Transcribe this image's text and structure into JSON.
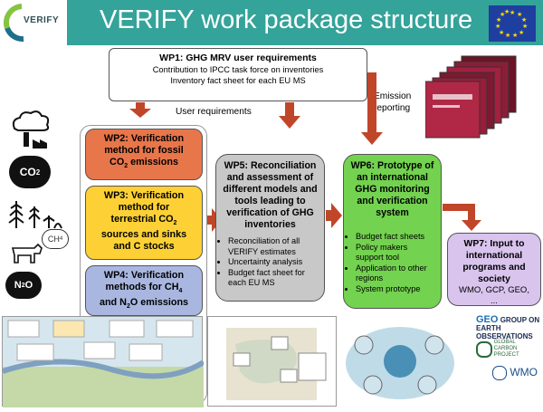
{
  "header": {
    "logo_text": "VERIFY",
    "title": "VERIFY work package structure"
  },
  "wp1": {
    "title": "WP1: GHG MRV user requirements",
    "line1": "Contribution to IPCC task force on inventories",
    "line2": "Inventory fact sheet for each EU MS"
  },
  "labels": {
    "user_requirements": "User requirements",
    "emission_reporting_1": "Emission",
    "emission_reporting_2": "reporting"
  },
  "wp2": {
    "line1": "WP2: Verification",
    "line2": "method for fossil",
    "line3_pre": "CO",
    "line3_sub": "2",
    "line3_post": " emissions"
  },
  "wp3": {
    "line1": "WP3: Verification",
    "line2": "method for",
    "line3_pre": "terrestrial CO",
    "line3_sub": "2",
    "line4": "sources and sinks",
    "line5": "and C stocks"
  },
  "wp4": {
    "line1": "WP4: Verification",
    "line2_pre": "methods for CH",
    "line2_sub": "4",
    "line3_pre": "and N",
    "line3_sub": "2",
    "line3_post": "O emissions"
  },
  "wp5": {
    "title": "WP5: Reconciliation and assessment of different models and tools leading to verification of GHG inventories",
    "bullets": [
      "Reconciliation of all VERIFY estimates",
      "Uncertainty analysis",
      "Budget fact sheet for each EU MS"
    ]
  },
  "wp6": {
    "title": "WP6: Prototype of an international GHG monitoring and verification system",
    "bullets": [
      "Budget fact sheets",
      "Policy makers support tool",
      "Application to other regions",
      "System prototype"
    ]
  },
  "wp7": {
    "title": "WP7: Input to international programs and society",
    "sub": "WMO, GCP, GEO,",
    "dots": "..."
  },
  "icons": {
    "co2_pre": "CO",
    "co2_sub": "2",
    "ch4_pre": "CH",
    "ch4_sub": "4",
    "n2o_pre": "N",
    "n2o_sub": "2",
    "n2o_post": "O"
  },
  "partners": {
    "geo_1": "GROUP ON",
    "geo_2": "EARTH OBSERVATIONS",
    "gcp_1": "GLOBAL",
    "gcp_2": "CARBON",
    "gcp_3": "PROJECT",
    "wmo": "WMO"
  },
  "colors": {
    "header": "#34a39a",
    "wp2": "#e8764b",
    "wp3": "#fdd135",
    "wp4": "#a9b7e0",
    "wp5": "#c8c8c8",
    "wp6": "#73d24f",
    "wp7": "#d9c4ee",
    "arrow": "#c0462a"
  }
}
